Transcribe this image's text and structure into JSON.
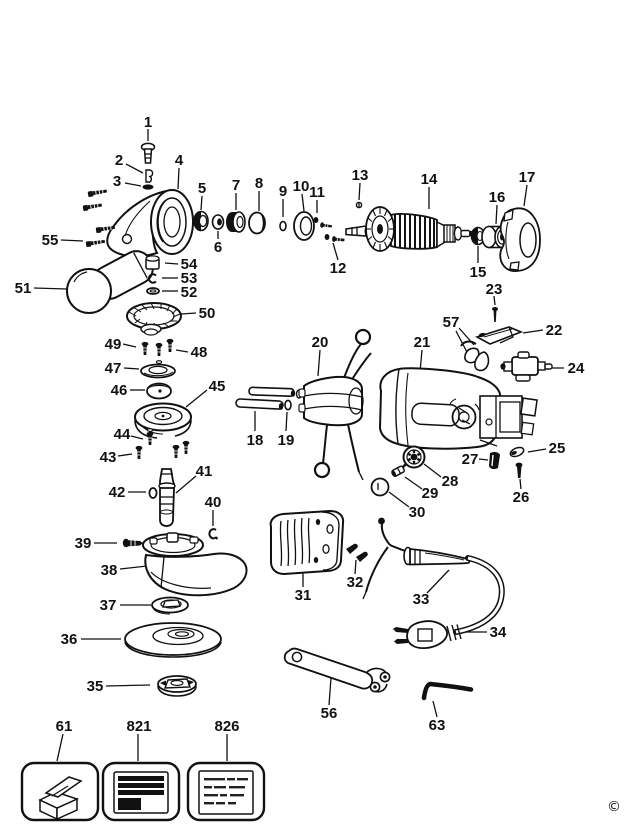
{
  "figure": {
    "copyright_symbol": "©"
  },
  "labels": {
    "n1": "1",
    "n2": "2",
    "n3": "3",
    "n4": "4",
    "n5": "5",
    "n6": "6",
    "n7": "7",
    "n8": "8",
    "n9": "9",
    "n10": "10",
    "n11": "11",
    "n12": "12",
    "n13": "13",
    "n14": "14",
    "n15": "15",
    "n16": "16",
    "n17": "17",
    "n18": "18",
    "n19": "19",
    "n20": "20",
    "n21": "21",
    "n22": "22",
    "n23": "23",
    "n24": "24",
    "n25": "25",
    "n26": "26",
    "n27": "27",
    "n28": "28",
    "n29": "29",
    "n30": "30",
    "n31": "31",
    "n32": "32",
    "n33": "33",
    "n34": "34",
    "n35": "35",
    "n36": "36",
    "n37": "37",
    "n38": "38",
    "n39": "39",
    "n40": "40",
    "n41": "41",
    "n42": "42",
    "n43": "43",
    "n44": "44",
    "n45": "45",
    "n46": "46",
    "n47": "47",
    "n48": "48",
    "n49": "49",
    "n50": "50",
    "n51": "51",
    "n52": "52",
    "n53": "53",
    "n54": "54",
    "n55": "55",
    "n56": "56",
    "n57": "57",
    "n61": "61",
    "n63": "63",
    "n821": "821",
    "n826": "826"
  }
}
